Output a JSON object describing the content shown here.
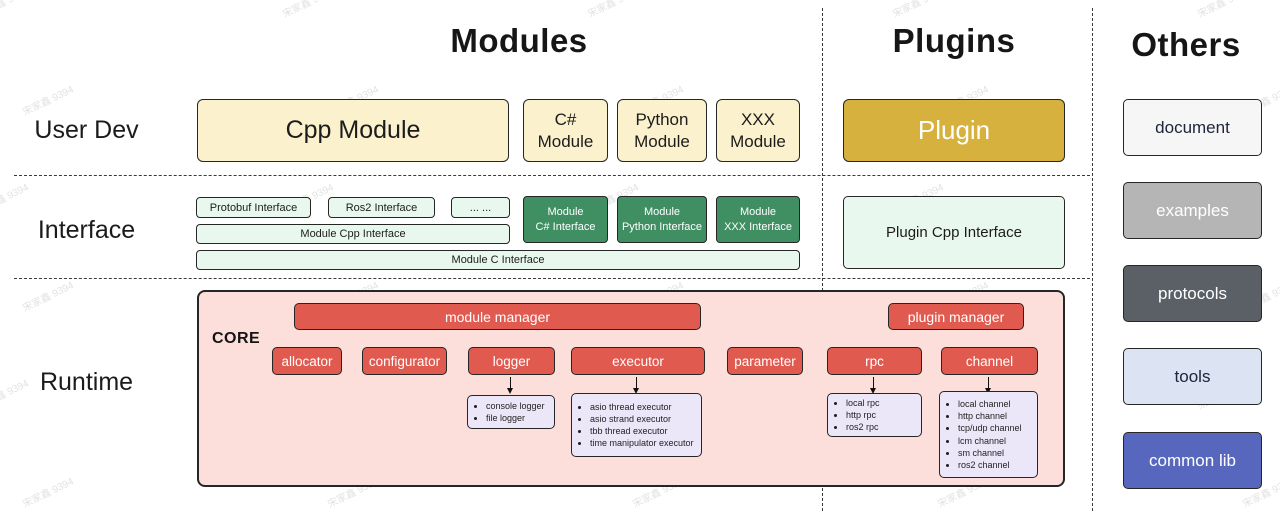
{
  "watermark": "宋家鑫 9394",
  "headers": {
    "modules": "Modules",
    "plugins": "Plugins",
    "others": "Others"
  },
  "row_labels": {
    "user_dev": "User Dev",
    "interface": "Interface",
    "runtime": "Runtime"
  },
  "user_dev": {
    "cpp_module": "Cpp Module",
    "csharp_module": "C#\nModule",
    "python_module": "Python\nModule",
    "xxx_module": "XXX\nModule",
    "plugin": "Plugin"
  },
  "interface": {
    "protobuf": "Protobuf Interface",
    "ros2": "Ros2 Interface",
    "ellipsis": "... ...",
    "module_cpp": "Module Cpp Interface",
    "module_c": "Module C Interface",
    "module_csharp": "Module\nC# Interface",
    "module_python": "Module\nPython Interface",
    "module_xxx": "Module\nXXX Interface",
    "plugin_cpp": "Plugin Cpp Interface"
  },
  "runtime": {
    "core_label": "CORE",
    "module_manager": "module manager",
    "plugin_manager": "plugin manager",
    "components": [
      "allocator",
      "configurator",
      "logger",
      "executor",
      "parameter",
      "rpc",
      "channel"
    ],
    "logger_impls": [
      "console logger",
      "file logger"
    ],
    "executor_impls": [
      "asio thread executor",
      "asio strand executor",
      "tbb thread executor",
      "time manipulator executor"
    ],
    "rpc_impls": [
      "local rpc",
      "http rpc",
      "ros2 rpc"
    ],
    "channel_impls": [
      "local channel",
      "http channel",
      "tcp/udp channel",
      "lcm channel",
      "sm channel",
      "ros2 channel"
    ]
  },
  "others": {
    "items": [
      {
        "label": "document"
      },
      {
        "label": "examples"
      },
      {
        "label": "protocols"
      },
      {
        "label": "tools"
      },
      {
        "label": "common lib"
      }
    ]
  },
  "colors": {
    "cream": "#fbf1cd",
    "gold": "#d7b13e",
    "light_green": "#e9f8ef",
    "dark_green": "#3f8f63",
    "core_pink": "#fcdfda",
    "red": "#e05a50",
    "lavender": "#ebe6f8",
    "others_document": "#f6f6f6",
    "others_examples": "#b5b5b5",
    "others_protocols": "#5b6066",
    "others_tools": "#dce3f3",
    "others_common_lib": "#5767bd"
  }
}
